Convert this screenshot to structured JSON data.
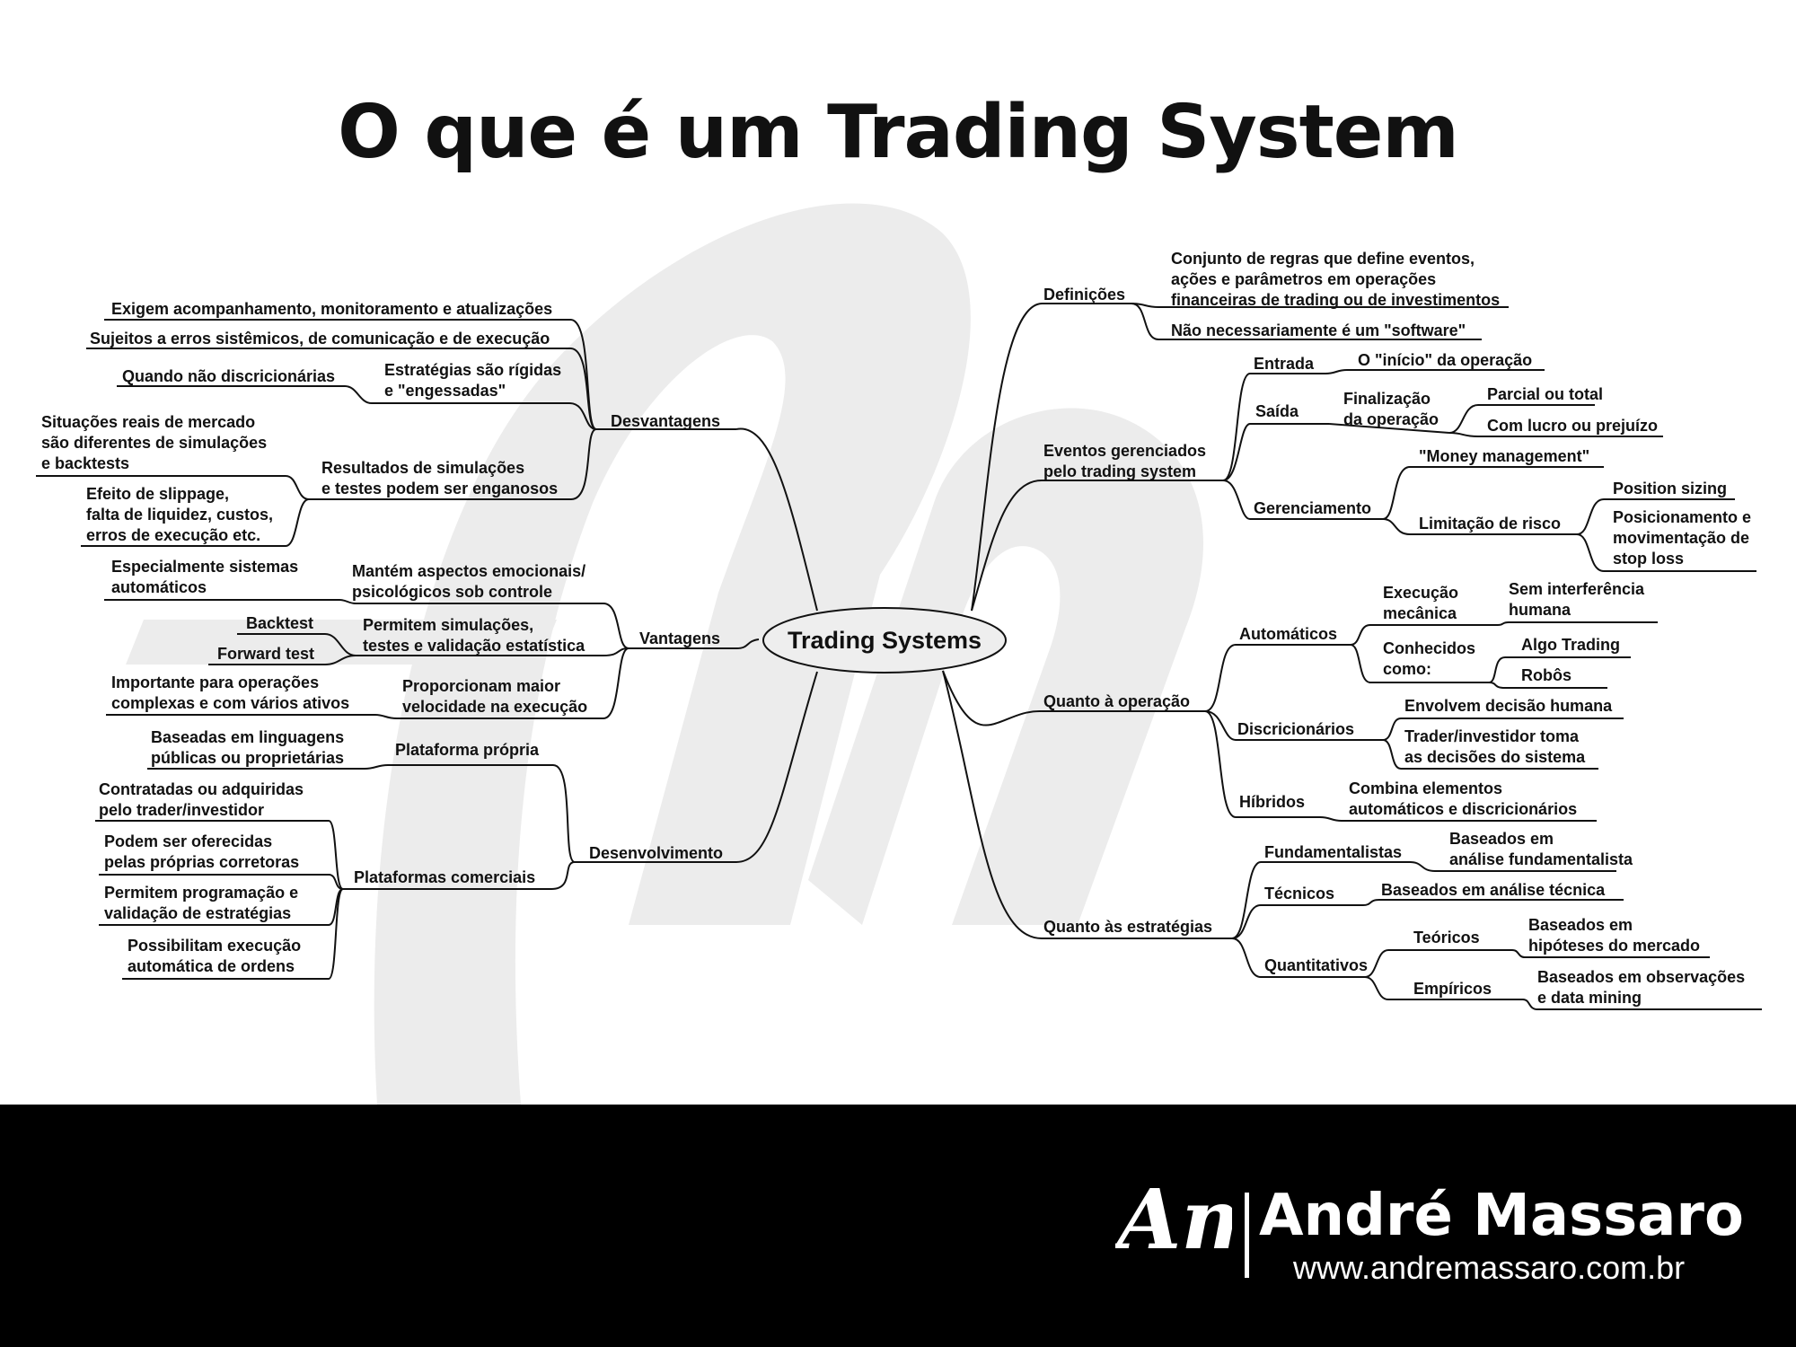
{
  "slide": {
    "title": "O que é um Trading System"
  },
  "mindmap": {
    "center": "Trading Systems",
    "definicoes": {
      "label": "Definições",
      "c1": [
        "Conjunto de regras que define eventos,",
        "ações e parâmetros em operações",
        "financeiras de trading ou de investimentos"
      ],
      "c2": "Não necessariamente é um \"software\""
    },
    "eventos": {
      "label": [
        "Eventos gerenciados",
        "pelo trading system"
      ],
      "entrada": "Entrada",
      "entrada_c": "O \"início\" da operação",
      "saida": "Saída",
      "finalizacao": [
        "Finalização",
        "da operação"
      ],
      "parcial": "Parcial ou total",
      "lucro": "Com lucro ou prejuízo",
      "gerenciamento": "Gerenciamento",
      "money": "\"Money management\"",
      "limitacao": "Limitação de risco",
      "sizing": "Position sizing",
      "posicionamento": [
        "Posicionamento e",
        "movimentação de",
        "stop loss"
      ]
    },
    "operacao": {
      "label": "Quanto à operação",
      "automaticos": "Automáticos",
      "execucao": [
        "Execução",
        "mecânica"
      ],
      "sem": [
        "Sem interferência",
        "humana"
      ],
      "conhecidos": [
        "Conhecidos",
        "como:"
      ],
      "algo": "Algo Trading",
      "robos": "Robôs",
      "discricionarios": "Discricionários",
      "envolvem": "Envolvem decisão humana",
      "trader": [
        "Trader/investidor toma",
        "as decisões do sistema"
      ],
      "hibridos": "Híbridos",
      "combina": [
        "Combina elementos",
        "automáticos e discricionários"
      ]
    },
    "estrategias": {
      "label": "Quanto às estratégias",
      "fundamentalistas": "Fundamentalistas",
      "fund_c": [
        "Baseados em",
        "análise fundamentalista"
      ],
      "tecnicos": "Técnicos",
      "tec_c": "Baseados em análise técnica",
      "quantitativos": "Quantitativos",
      "teoricos": "Teóricos",
      "teo_c": [
        "Baseados em",
        "hipóteses do mercado"
      ],
      "empiricos": "Empíricos",
      "emp_c": [
        "Baseados em observações",
        "e data mining"
      ]
    },
    "desvantagens": {
      "label": "Desvantagens",
      "exigem": "Exigem acompanhamento, monitoramento e atualizações",
      "sujeitos": "Sujeitos a erros sistêmicos, de comunicação e de execução",
      "rigidas": [
        "Estratégias são rígidas",
        "e \"engessadas\""
      ],
      "quando": "Quando não discricionárias",
      "resultados": [
        "Resultados de simulações",
        "e testes podem ser enganosos"
      ],
      "situacoes": [
        "Situações reais de mercado",
        "são diferentes de simulações",
        "e backtests"
      ],
      "efeito": [
        "Efeito de slippage,",
        "falta de liquidez, custos,",
        "erros de execução etc."
      ]
    },
    "vantagens": {
      "label": "Vantagens",
      "mantem": [
        "Mantém aspectos emocionais/",
        "psicológicos sob controle"
      ],
      "especialmente": [
        "Especialmente sistemas",
        "automáticos"
      ],
      "permitem": [
        "Permitem simulações,",
        "testes e validação estatística"
      ],
      "backtest": "Backtest",
      "forward": "Forward test",
      "proporcionam": [
        "Proporcionam maior",
        "velocidade na execução"
      ],
      "importante": [
        "Importante para operações",
        "complexas e com vários ativos"
      ]
    },
    "desenvolvimento": {
      "label": "Desenvolvimento",
      "propria": "Plataforma própria",
      "baseadas": [
        "Baseadas em linguagens",
        "públicas ou proprietárias"
      ],
      "comerciais": "Plataformas comerciais",
      "contratadas": [
        "Contratadas ou adquiridas",
        "pelo trader/investidor"
      ],
      "podem": [
        "Podem ser oferecidas",
        "pelas próprias corretoras"
      ],
      "permitem_prog": [
        "Permitem programação e",
        "validação de estratégias"
      ],
      "possibilitam": [
        "Possibilitam execução",
        "automática de ordens"
      ]
    }
  },
  "brand": {
    "name": "André Massaro",
    "url": "www.andremassaro.com.br",
    "logo_glyph": "Am"
  },
  "colors": {
    "ink": "#111111",
    "watermark": "#ececec",
    "footer": "#000000",
    "bubble_fill": "#eeeeee"
  }
}
